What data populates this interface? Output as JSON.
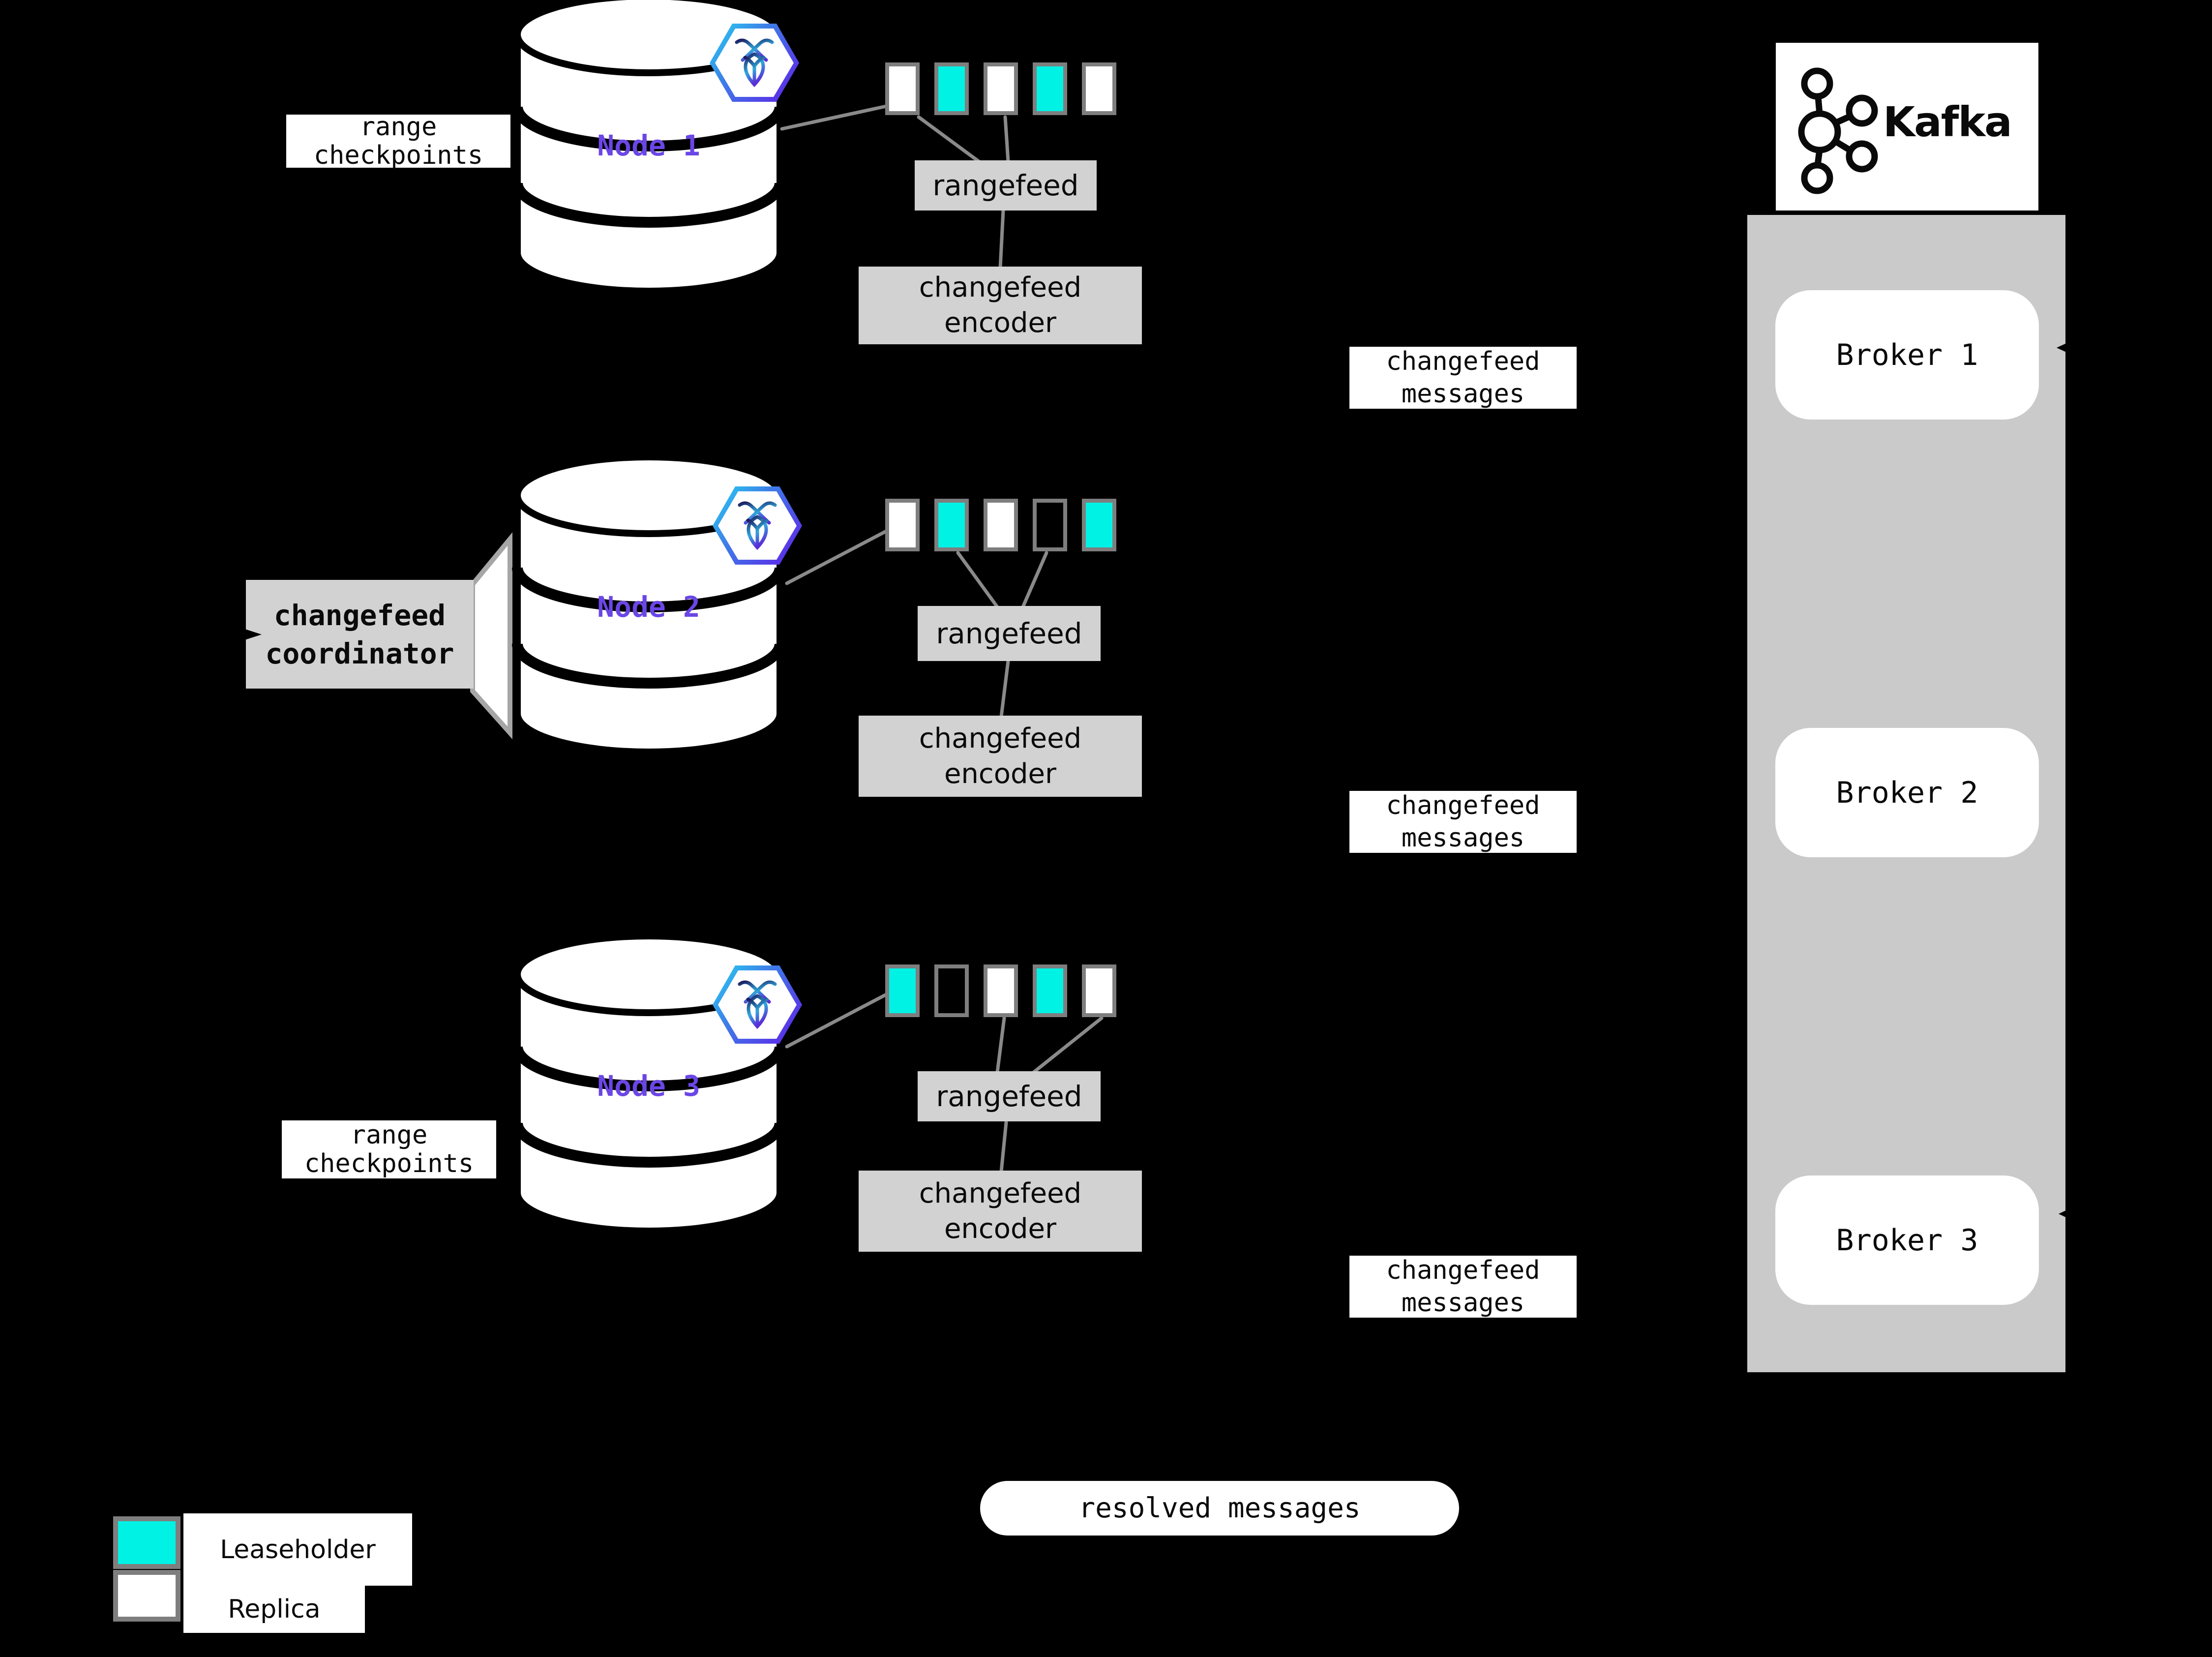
{
  "colors": {
    "leaseholder_cyan": "#00F2E4",
    "replica_white": "#FFFFFF",
    "node_purple": "#6B46E6",
    "box_gray": "#D2D2D2",
    "panel_gray": "#CACACA",
    "line_gray": "#8A8A8A",
    "square_border_gray": "#7E7E7E",
    "background": "#000000"
  },
  "labels": {
    "range_checkpoints": "range\ncheckpoints",
    "changefeed_coordinator": "changefeed\ncoordinator",
    "rangefeed": "rangefeed",
    "changefeed_encoder": "changefeed\nencoder",
    "changefeed_messages": "changefeed\nmessages",
    "resolved_messages": "resolved messages"
  },
  "nodes": [
    {
      "label": "Node 1",
      "ranges": [
        "replica",
        "leaseholder",
        "replica",
        "leaseholder",
        "replica"
      ]
    },
    {
      "label": "Node 2",
      "ranges": [
        "replica",
        "leaseholder",
        "replica",
        "empty",
        "leaseholder"
      ]
    },
    {
      "label": "Node 3",
      "ranges": [
        "leaseholder",
        "empty",
        "replica",
        "leaseholder",
        "replica"
      ]
    }
  ],
  "kafka": {
    "title": "Kafka",
    "brokers": [
      {
        "label": "Broker 1"
      },
      {
        "label": "Broker 2"
      },
      {
        "label": "Broker 3"
      }
    ]
  },
  "legend": [
    {
      "label": "Leaseholder",
      "type": "leaseholder"
    },
    {
      "label": "Replica",
      "type": "replica"
    }
  ]
}
